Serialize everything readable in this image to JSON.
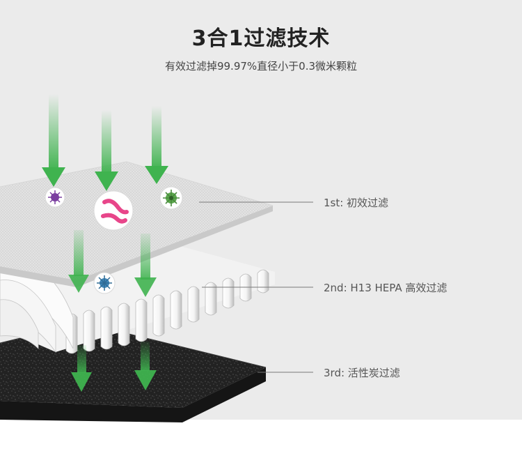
{
  "header": {
    "title": "3合1过滤技术",
    "subtitle": "有效过滤掉99.97%直径小于0.3微米颗粒"
  },
  "layers": [
    {
      "label": "1st: 初效过滤"
    },
    {
      "label": "2nd: H13 HEPA 高效过滤"
    },
    {
      "label": "3rd: 活性炭过滤"
    }
  ],
  "colors": {
    "background": "#ebebeb",
    "arrow_green": "#3fb34f",
    "title_text": "#222222",
    "label_text": "#555555",
    "leader_line": "#7a7a7a",
    "carbon": "#1e1e1e"
  }
}
